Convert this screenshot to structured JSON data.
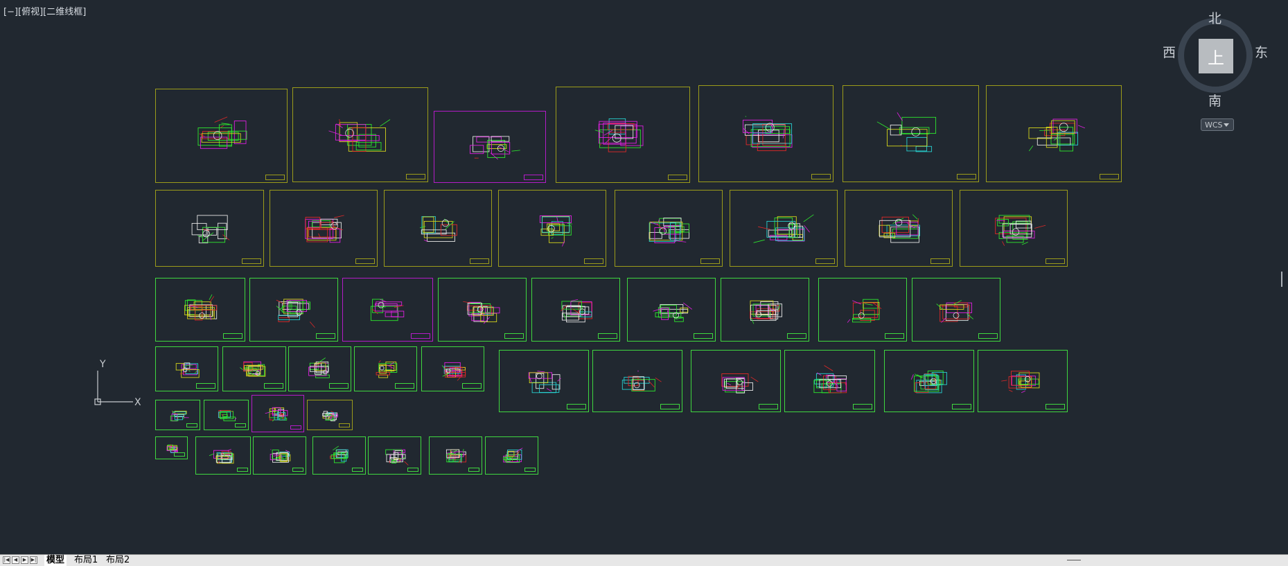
{
  "viewport": {
    "label": "[−][俯视][二维线框]",
    "background": "#212830"
  },
  "viewcube": {
    "top_face": "上",
    "north": "北",
    "south": "南",
    "east": "东",
    "west": "西",
    "wcs_label": "WCS"
  },
  "ucs": {
    "x_label": "X",
    "y_label": "Y"
  },
  "tabs": {
    "model": "模型",
    "layout1": "布局1",
    "layout2": "布局2"
  },
  "colors": {
    "frame_yellow": "#9c9c1a",
    "frame_green": "#3fd83f",
    "frame_magenta": "#b41cc8",
    "line_white": "#e6e6e6",
    "line_green": "#2ee82e",
    "line_magenta": "#e020e0",
    "line_red": "#e02828",
    "line_yellow": "#d4d41c",
    "line_cyan": "#28d0d0"
  }
}
